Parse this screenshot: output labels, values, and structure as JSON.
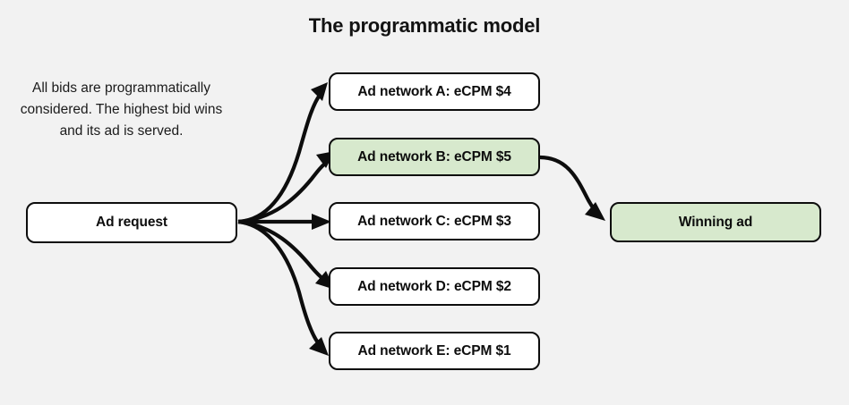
{
  "title": "The programmatic model",
  "description": "All bids are programmatically considered. The highest bid wins and its ad is served.",
  "colors": {
    "background": "#f2f2f2",
    "node_border": "#0d0d0d",
    "node_fill_white": "#ffffff",
    "node_fill_green": "#d7e9cd",
    "text": "#0d0d0d",
    "arrow": "#0d0d0d"
  },
  "nodes": {
    "source": {
      "label": "Ad request",
      "fill": "white"
    },
    "networks": [
      {
        "label": "Ad network A: eCPM $4",
        "fill": "white"
      },
      {
        "label": "Ad network B: eCPM $5",
        "fill": "green"
      },
      {
        "label": "Ad network C: eCPM $3",
        "fill": "white"
      },
      {
        "label": "Ad network D: eCPM $2",
        "fill": "white"
      },
      {
        "label": "Ad network E: eCPM $1",
        "fill": "white"
      }
    ],
    "winner": {
      "label": "Winning ad",
      "fill": "green"
    }
  },
  "edges": [
    {
      "from": "Ad request",
      "to": "Ad network A: eCPM $4"
    },
    {
      "from": "Ad request",
      "to": "Ad network B: eCPM $5"
    },
    {
      "from": "Ad request",
      "to": "Ad network C: eCPM $3"
    },
    {
      "from": "Ad request",
      "to": "Ad network D: eCPM $2"
    },
    {
      "from": "Ad request",
      "to": "Ad network E: eCPM $1"
    },
    {
      "from": "Ad network B: eCPM $5",
      "to": "Winning ad"
    }
  ]
}
